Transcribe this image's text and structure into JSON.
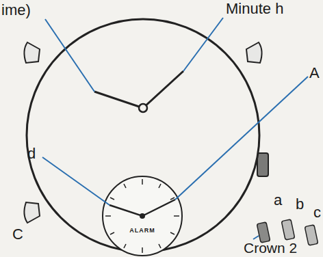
{
  "diagram": {
    "labels": [
      "ime)",
      "Minute h",
      "A",
      "d",
      "a",
      "b",
      "C",
      "c",
      "Crown 2",
      "ALARM"
    ]
  }
}
